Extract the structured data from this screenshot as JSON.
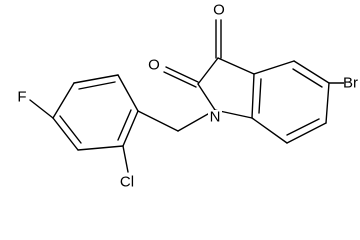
{
  "molecule": {
    "atom_labels": {
      "carbonyl_oxygen_c3": "O",
      "carbonyl_oxygen_c2": "O",
      "ring_nitrogen": "N",
      "bromine": "Br",
      "fluorine": "F",
      "chlorine": "Cl"
    },
    "colors": {
      "bond": "#000000",
      "label": "#000000",
      "background": "#ffffff"
    }
  }
}
